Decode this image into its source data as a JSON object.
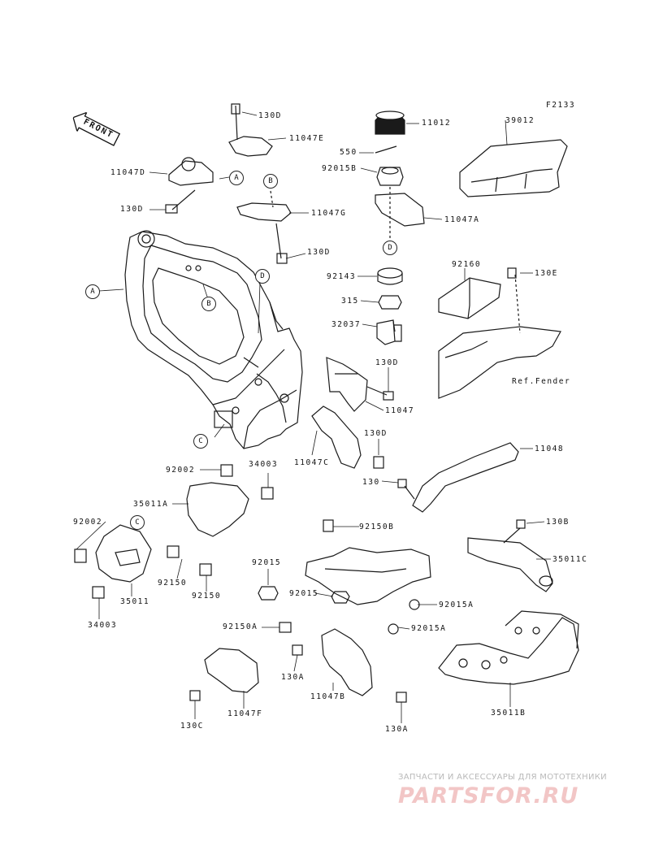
{
  "figure_code": "F2133",
  "front_label": "FRONT",
  "ref_note": "Ref.Fender",
  "callouts": [
    "A",
    "B",
    "C",
    "D"
  ],
  "parts": {
    "p130D_top": "130D",
    "p11047E": "11047E",
    "p11047D": "11047D",
    "p130D_left": "130D",
    "p11047G": "11047G",
    "p130D_mid": "130D",
    "p11012": "11012",
    "p550": "550",
    "p92015B": "92015B",
    "p11047A": "11047A",
    "p92143": "92143",
    "p315": "315",
    "p32037": "32037",
    "p130D_low": "130D",
    "p11047": "11047",
    "p130D_c": "130D",
    "p11047C": "11047C",
    "p39012": "39012",
    "p92160": "92160",
    "p130E": "130E",
    "p11048": "11048",
    "p130": "130",
    "p130B": "130B",
    "p35011C": "35011C",
    "p92002_a": "92002",
    "p34003_a": "34003",
    "p35011A": "35011A",
    "p92002_b": "92002",
    "p92150B": "92150B",
    "p92015": "92015",
    "p92150": "92150",
    "p92150_2": "92150",
    "p35011": "35011",
    "p34003_b": "34003",
    "p92015_2": "92015",
    "p92015A_1": "92015A",
    "p92150A": "92150A",
    "p92015A_2": "92015A",
    "p130A_1": "130A",
    "p11047B": "11047B",
    "p130C": "130C",
    "p11047F": "11047F",
    "p130A_2": "130A",
    "p35011B": "35011B"
  },
  "watermark": {
    "tagline": "ЗАПЧАСТИ И АКСЕССУАРЫ ДЛЯ МОТОТЕХНИКИ",
    "logo": "PARTSFOR.RU"
  }
}
